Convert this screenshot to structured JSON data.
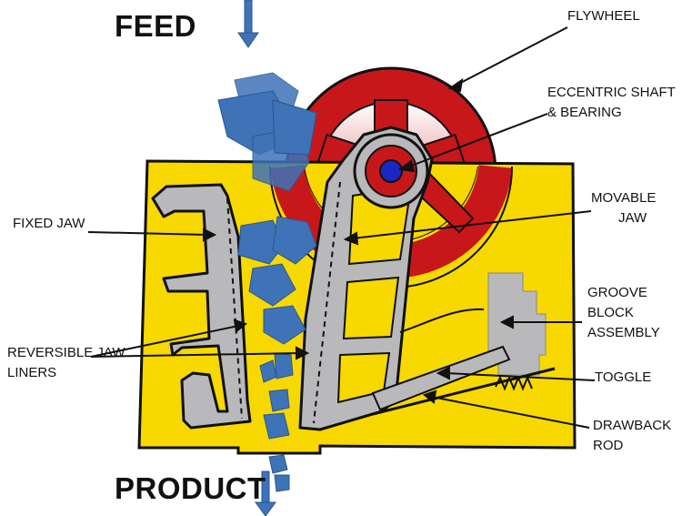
{
  "diagram": {
    "feed_label": "FEED",
    "product_label": "PRODUCT",
    "labels": {
      "flywheel": "FLYWHEEL",
      "eccentric_shaft_line1": "ECCENTRIC SHAFT",
      "eccentric_shaft_line2": "& BEARING",
      "movable_jaw_line1": "MOVABLE",
      "movable_jaw_line2": "JAW",
      "fixed_jaw": "FIXED JAW",
      "groove_block_line1": "GROOVE",
      "groove_block_line2": "BLOCK",
      "groove_block_line3": "ASSEMBLY",
      "reversible_liners_line1": "REVERSIBLE JAW",
      "reversible_liners_line2": "LINERS",
      "toggle": "TOGGLE",
      "drawback_rod_line1": "DRAWBACK",
      "drawback_rod_line2": "ROD"
    },
    "colors": {
      "frame": "#f7d800",
      "flywheel": "#c8171b",
      "jaw": "#b9b9bb",
      "rock": "#3e73b8",
      "shaft": "#1b27c4"
    }
  }
}
